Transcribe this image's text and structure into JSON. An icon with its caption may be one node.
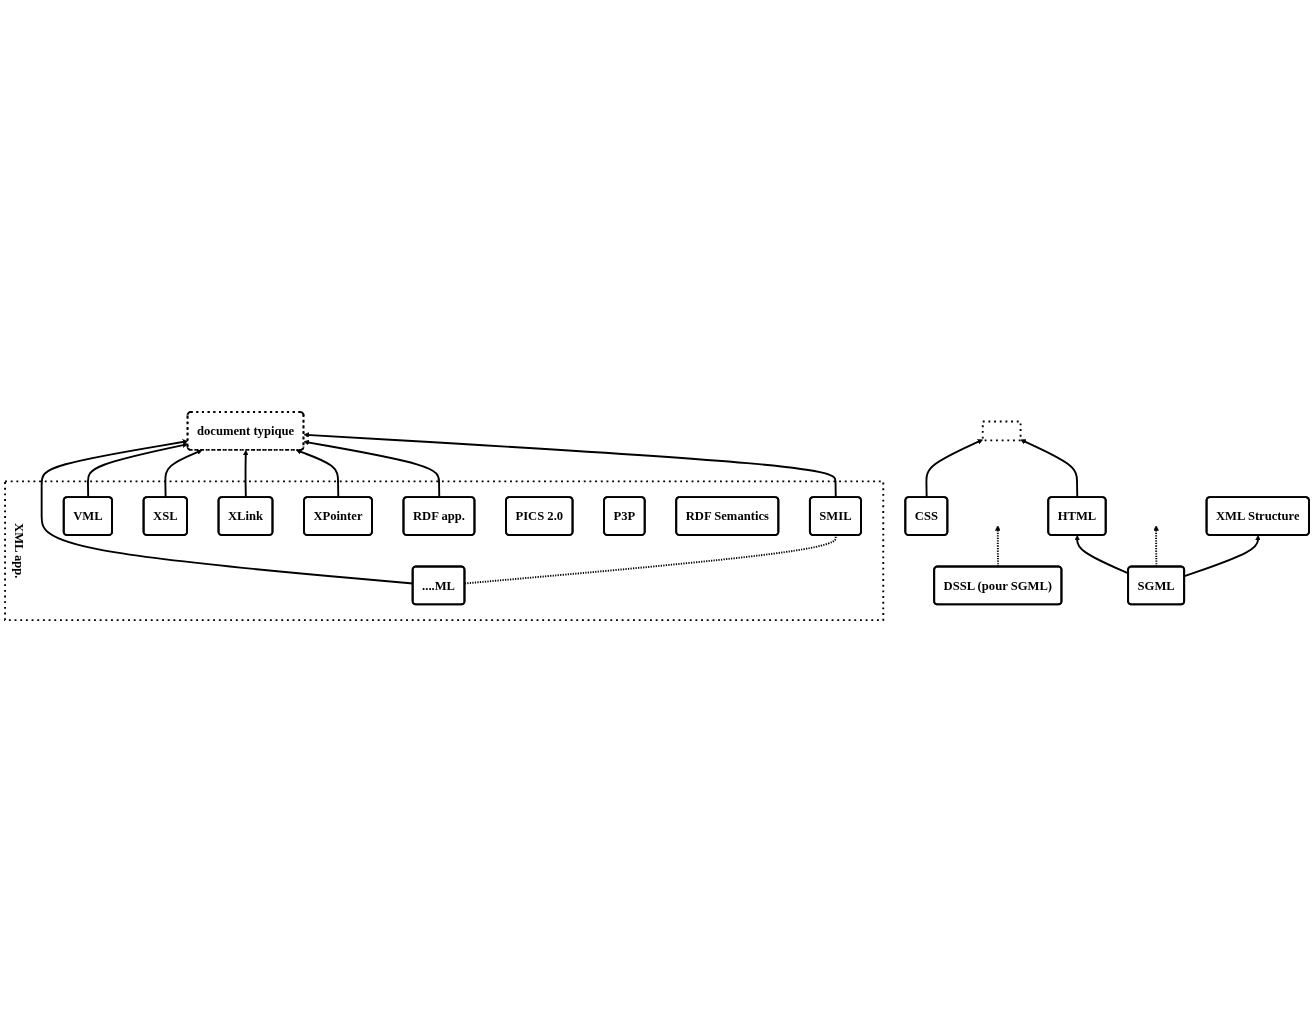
{
  "diagram": {
    "nodes": [
      {
        "text": [
          "CSS"
        ]
      },
      {
        "text": [
          "DSSL (pour SGML)"
        ]
      },
      {
        "text": [],
        "shape": "box"
      },
      {
        "text": [
          "document typique"
        ]
      },
      {
        "text": [
          "HTML"
        ]
      },
      {
        "text": [
          "XML app."
        ]
      },
      {
        "text": [
          "....ML"
        ],
        "in": 5
      },
      {
        "text": [
          "SMIL"
        ],
        "in": 5
      },
      {
        "text": [
          "VML"
        ],
        "in": 5
      },
      {
        "text": [
          "XSL"
        ],
        "in": 5
      },
      {
        "text": [
          "XLink"
        ],
        "in": 5
      },
      {
        "text": [
          "XPointer"
        ],
        "in": 5
      },
      {
        "text": [
          "RDF app."
        ],
        "in": 5
      },
      {
        "text": [
          "PICS 2.0"
        ],
        "in": 5
      },
      {
        "text": [
          "P3P"
        ],
        "in": 5
      },
      {
        "text": [
          "RDF Semantics"
        ],
        "in": 5
      },
      {
        "text": [
          "XML Structure"
        ]
      },
      {
        "text": [
          "SGML"
        ]
      }
    ],
    "edges": [
      {
        "from": 0,
        "to": 2,
        "arrow": "to"
      },
      {
        "from": 4,
        "to": 2,
        "arrow": "to"
      },
      {
        "from": 17,
        "to": 4,
        "arrow": "to"
      },
      {
        "from": 1,
        "to": null,
        "arrow": "to",
        "style": "dashed"
      },
      {
        "from": 17,
        "to": null,
        "arrow": "to",
        "style": "dashed"
      },
      {
        "from": 6,
        "to": 3,
        "arrow": "to"
      },
      {
        "from": 7,
        "to": 3,
        "arrow": "to"
      },
      {
        "from": 8,
        "to": 3,
        "arrow": "to"
      },
      {
        "from": 9,
        "to": 3,
        "arrow": "to"
      },
      {
        "from": 10,
        "to": 3,
        "arrow": "to"
      },
      {
        "from": 11,
        "to": 3,
        "arrow": "to"
      },
      {
        "from": 12,
        "to": 3,
        "arrow": "to"
      },
      {
        "from": 6,
        "to": 7,
        "arrow": "none",
        "style": "dashed"
      },
      {
        "from": 17,
        "to": 16,
        "arrow": "to"
      }
    ]
  }
}
